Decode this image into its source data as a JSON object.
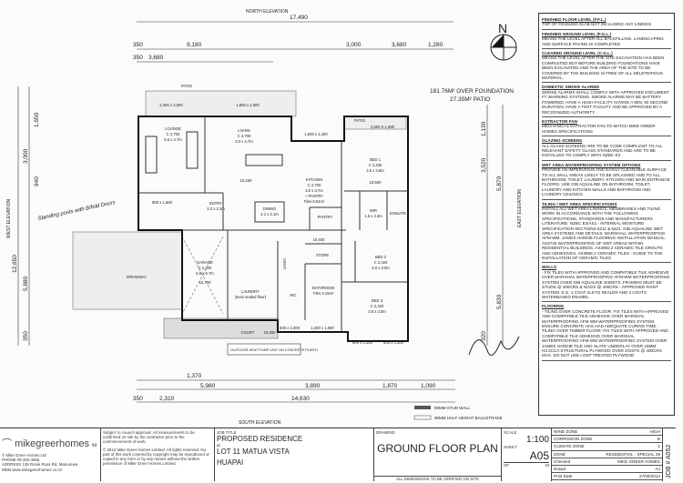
{
  "elevations": {
    "north": "NORTH ELEVATION",
    "south": "SOUTH ELEVATION",
    "west": "WEST ELEVATION",
    "east": "EAST ELEVATION"
  },
  "area": {
    "foundation": "181.76M² OVER FOUNDATION",
    "patio": "27.35M² PATIO"
  },
  "north_arrow": "N",
  "dims_top": [
    "17,490",
    "350",
    "9,180",
    "3,000",
    "3,680",
    "1,280",
    "350",
    "3,680"
  ],
  "dims_bottom": [
    "1,370",
    "5,980",
    "3,890",
    "1,870",
    "1,090",
    "350",
    "2,310",
    "14,630"
  ],
  "dims_left": [
    "12,650",
    "3,000",
    "1,650",
    "940",
    "5,880",
    "350"
  ],
  "dims_right": [
    "5,870",
    "3,520",
    "1,130",
    "5,830",
    "320"
  ],
  "rooms": {
    "lounge": {
      "name": "LOUNGE",
      "c": "C 2,700",
      "size": "5.6 x 4.7m"
    },
    "living": {
      "name": "LIVING",
      "c": "C 2,700",
      "size": "3.3 x 4.7m"
    },
    "kitchen": {
      "name": "KITCHEN",
      "c": "C 2,700",
      "size": "3.0 x 3.7m",
      "extra": "+ PANTRY",
      "extra2": "Tiles 6.81m²"
    },
    "bed1": {
      "name": "BED 1",
      "c": "C 2,430",
      "size": "3.5 x 3.6m"
    },
    "wir": {
      "name": "WIR",
      "size": "1.6 x 2.3m"
    },
    "ensuite": {
      "name": "ENSUITE"
    },
    "entry": {
      "name": "ENTRY",
      "size": "2.2 x 2.2m"
    },
    "dining": {
      "name": "DINING",
      "size": "4.1 x 2.1m"
    },
    "pantry": {
      "name": "PANTRY"
    },
    "garage": {
      "name": "GARAGE",
      "c": "C 2,420",
      "size": "5.6 x 5.7m"
    },
    "laundry": {
      "name": "LAUNDRY",
      "sub": "(semi sealed floor)"
    },
    "linen": {
      "name": "LINEN"
    },
    "wc": {
      "name": "WC"
    },
    "bathroom": {
      "name": "BATHROOM",
      "sub": "Tiles 4.15m²"
    },
    "store": {
      "name": "STORE"
    },
    "bed2": {
      "name": "BED 2",
      "c": "C 2,420",
      "size": "3.0 x 3.0m"
    },
    "bed3": {
      "name": "BED 3",
      "c": "C 2,420",
      "size": "3.0 x 3.0m"
    },
    "driveway": {
      "name": "DRIVEWAY"
    },
    "court": {
      "name": "COURT"
    },
    "patio_top": {
      "name": "PATIO"
    },
    "patio_bed": {
      "name": "PATIO",
      "size": "2,500 X 1,580"
    }
  },
  "windows": [
    "2,400 x 2,000",
    "1,800 x 2,000",
    "1,600 x 1,200",
    "900 x 1,500",
    "900 x 1,200",
    "600 x 1,200",
    "1,200 x 1,000",
    "600 x 1,000"
  ],
  "outdoor_unit": "OUTDOOR HEAT PUMP UNIT ON CONCRETE PLINTH",
  "levels": [
    "10,250",
    "10,400",
    "10,700",
    "10,550",
    "10,350"
  ],
  "handwritten": "Standing posts with B/fold Doors",
  "legend": [
    {
      "label": "90MM STUD WALL"
    },
    {
      "label": "90MM HALF HEIGHT BALUSTRADE"
    }
  ],
  "notes": [
    {
      "title": "FINISHED FLOOR LEVEL (F.F.L.)",
      "text": "TOP OF FINISHED SLAB NOT INCLUDING ANY LININGS"
    },
    {
      "title": "FINISHED GROUND LEVEL (F.G.L.)",
      "text": "MEANS THE LEVEL AFTER ALL BACKFILLING, LANDSCAPING AND SURFACE PAVING IS COMPLETED"
    },
    {
      "title": "CLEARED GROUND LEVEL (C.G.L.)",
      "text": "MEANS THE LEVEL AFTER THE SITE EXCAVATION HAS BEEN COMPLETED BUT BEFORE BUILDING FOUNDATIONS HAVE BEEN EXCAVATED AND THE AREA OF THE SITE TO BE COVERED BY THE BUILDING IS FREE OF ALL DELETERIOUS MATERIAL."
    },
    {
      "title": "DOMESTIC SMOKE ALARMS",
      "text": "SMOKE ALARMS SHALL COMPLY WITH APPROVED DOCUMENT F7 WARNING SYSTEMS. SMOKE ALARMS MAY BE BATTERY POWERED, HAVE A HUSH FACILITY HAVING A MIN. 60 SECOND DURATION, HAVE A TEST FACILITY AND BE APPROVED BY A RECOGNIZED AUTHORITY"
    },
    {
      "title": "EXTRACTOR FAN",
      "text": "MECHANICAL EXTRACTOR FAN TO MATCH MIKE GREER HOMES SPECIFICATIONS"
    },
    {
      "title": "GLAZING SCREENS",
      "text": "ALL GLASS SCREENS ARE TO BE CODE COMPLIANT TO ALL RELEVANT SAFETY GLASS STANDARDS AND ARE TO BE INSTALLED TO COMPLY WITH NZBC E3"
    },
    {
      "title": "WET AREA WATERPROOFING SYSTEM OPTIONS",
      "text": "PROVIDE AN IMPERVIOUS AND EASILY CLEANABLE SURFACE TO ALL WALL AREAS LIKELY TO BE SPLASHED AND TO ALL BATHROOM, TOILET, LAUNDRY, KITCHEN AND MAIN ENTRANCE FLOORS. USE GIB AQUALINE ON BATHROOM, TOILET, LAUNDRY AND KITCHEN WALLS AND BATHROOM AND LAUNDRY CEILINGS."
    },
    {
      "title": "TILING / WET AREA SPECIFICATIONS",
      "text": "INSTALL ALL WET AREA LININGS, MEMBRANES AND TILING WORK IN ACCORDANCE WITH THE FOLLOWING SPECIFICATIONS, STANDARDS AND MANUFACTURERS LITERATURE: NZBC E3/AS1 - INTERNAL MOISTURE SPECIFICATION SECTIONS 6211 & 6221. GIB AQUALINE WET AREA SYSTEMS AND DETAILS. MARSHALL WATERPROOFING AFM-WM. JAMES HARDIE FLOORING INSTALLATION MANUAL. AS3740 WATERPROOFING OF WET AREAS WITHIN RESIDENTIAL BUILDINGS. AS4992.2 CERAMIC TILE GROUTS AND ADHESIVES. AS3958.1 CERAMIC TILES - GUIDE TO THE INSTALLATION OF CERAMIC TILES"
    },
    {
      "title": "WALLS",
      "text": "- FIX TILES WITH APPROVED AND COMPATIBLE TILE ADHESIVE OVER MARSHAL WATERPROOFING AFM-WM WATERPROOFING SYSTEM OVER GIB AQUALINE SHEETS. FRAMING MUST BE STUDS @ 400CRS & NOGS @ 400CRS - APPROVED PAINT SYSTEM. E.G. 1 COAT ALKYD SEALER AND 2 COATS WATERBASED ENAMEL"
    },
    {
      "title": "FLOORING",
      "text": "- TILING OVER CONCRETE FLOOR: FIX TILES WITH APPROVED AND COMPATIBLE TILE ADHESIVE OVER MARSHAL WATERPROOFING AFM-WM WATERPROOFING SYSTEM. ENSURE CONCRETE HAS HAD ADEQUATE CURING TIME. - TILING OVER TIMBER FLOOR: FIX TILES WITH APPROVED AND COMPATIBLE TILE ADHESIVE OVER MARSHAL WATERPROOFING AFM-WM WATERPROOFING SYSTEM OVER JAMES HARDIE TILE AND SLATE UNDERLAY OVER 19MM H3.2CCA STRUCTURAL PLYWOOD OVER JOISTS @ 400CRS MAX. DO NOT USE LOSP TREATED PLYWOOD"
    }
  ],
  "title_block": {
    "company": "mikegreerhomes",
    "company_suffix": "ltd",
    "copyright": "© Mike Greer Homes Ltd",
    "phone_label": "PHONE",
    "phone": "09 260 4555",
    "address_label": "ADDRESS",
    "address": "135 Rosie Ross Rd, Manurewa",
    "web_label": "WEB",
    "web": "www.mikegreerhomes.co.nz",
    "disclaimer1": "Subject to council approval. All measurements to be confirmed on site by the contractor prior to the commencement of work.",
    "disclaimer2": "© 2013 Mike Greer Homes Limited. All rights reserved. No part of this work covered by copyright may be reproduced or copied in any form or by any means without the written permission of Mike Greer Homes Limited.",
    "job_title_label": "JOB TITLE",
    "job_title": "PROPOSED RESIDENCE",
    "at_label": "at",
    "address1": "LOT 11 MATUA VISTA",
    "address2": "HUAPAI",
    "drawing_label": "DRAWING",
    "drawing": "GROUND FLOOR PLAN",
    "verify": "ALL DIMENSIONS TO BE VERIFIED ON SITE",
    "scale_label": "SCALE",
    "scale": "1:100",
    "sheet_label": "SHEET",
    "sheet": "A05",
    "of_label": "OF",
    "of": "19",
    "zones": [
      {
        "k": "WIND ZONE",
        "v": "HIGH"
      },
      {
        "k": "CORROSION ZONE",
        "v": "B"
      },
      {
        "k": "CLIMATE ZONE",
        "v": "1"
      },
      {
        "k": "ZONE",
        "v": "RESIDENTIAL - SPECIAL 29"
      },
      {
        "k": "Checked",
        "v": "MIKE GREER HOMES"
      },
      {
        "k": "Drawn",
        "v": "AJ"
      },
      {
        "k": "Print Date",
        "v": "27/08/2014"
      }
    ],
    "job_no": "JOB # A052"
  }
}
